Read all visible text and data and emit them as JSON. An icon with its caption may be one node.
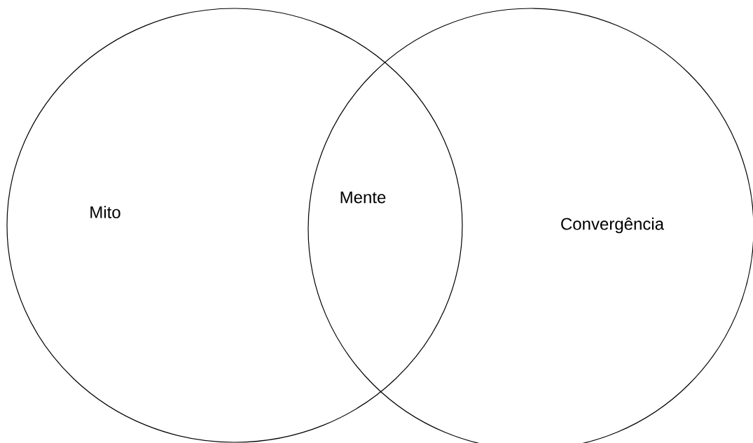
{
  "diagram": {
    "nodes": [
      {
        "text": [
          "Mito"
        ]
      },
      {
        "text": [
          "Convergência"
        ]
      }
    ],
    "labels": [
      "Mente"
    ]
  }
}
